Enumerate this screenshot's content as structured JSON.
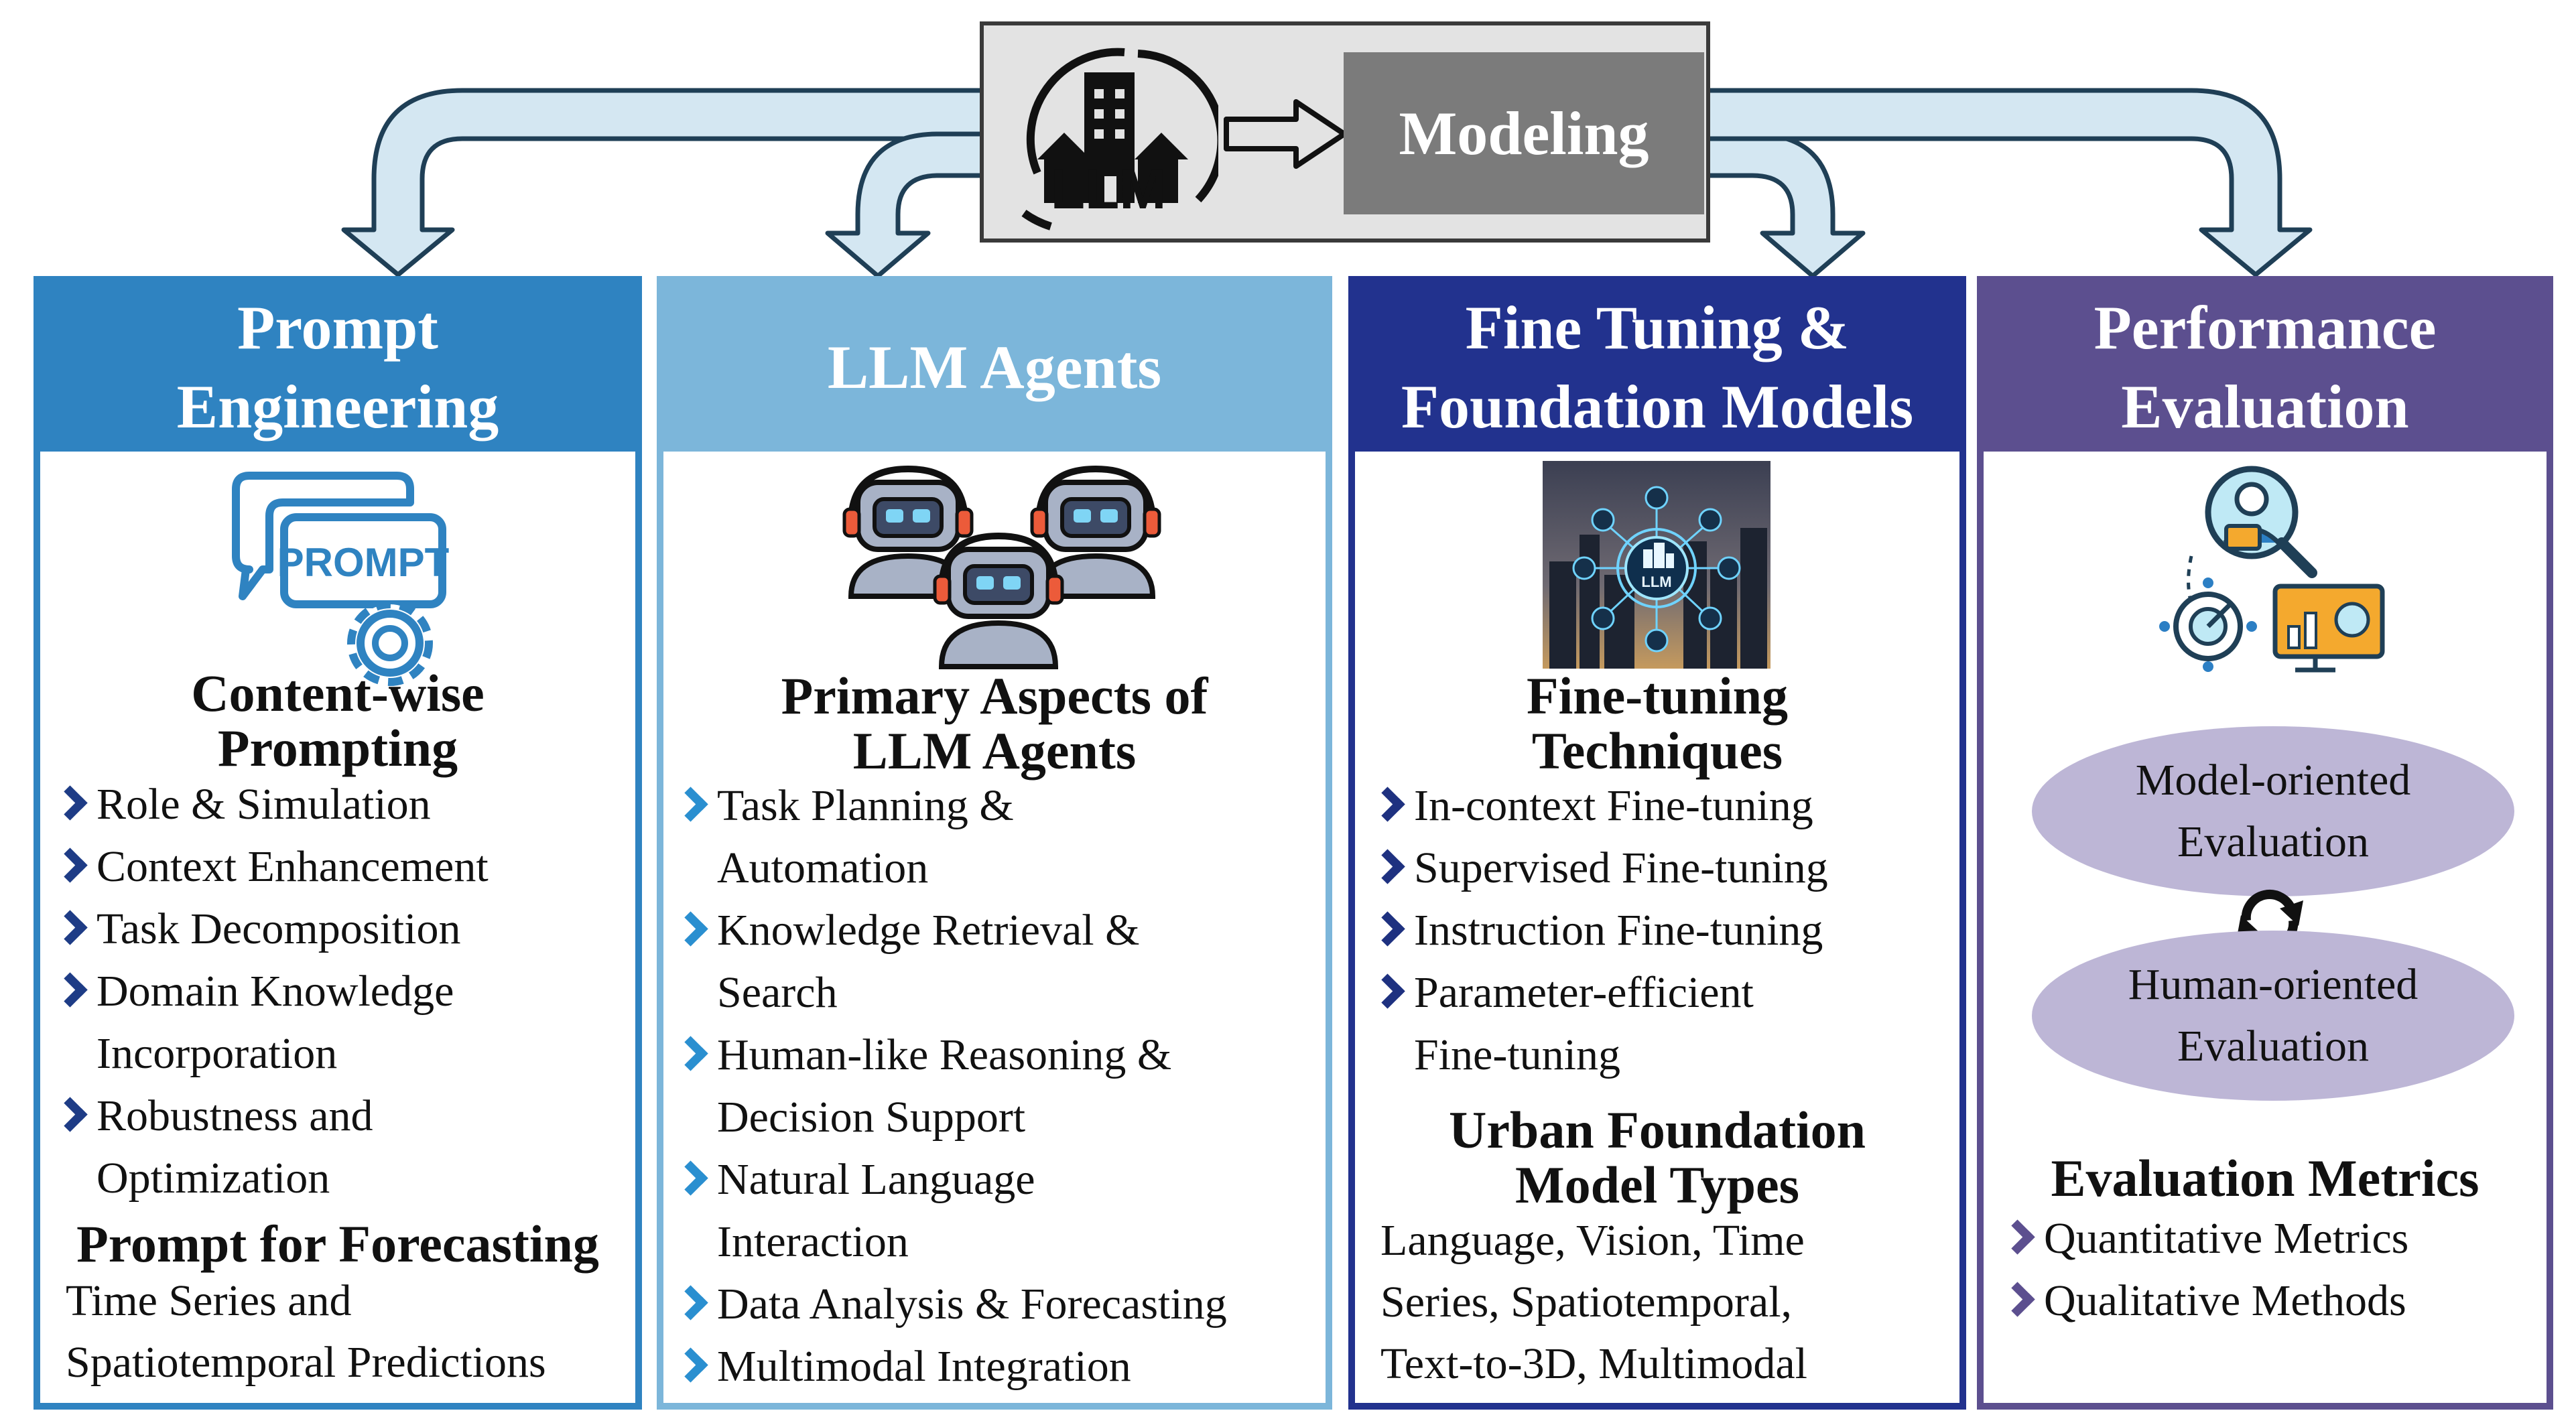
{
  "top": {
    "llm_label": "LLM",
    "modeling_label": "Modeling"
  },
  "col1": {
    "title_line1": "Prompt",
    "title_line2": "Engineering",
    "icon_text": "PROMPT",
    "section1_title_line1": "Content-wise",
    "section1_title_line2": "Prompting",
    "items": [
      {
        "lines": [
          "Role & Simulation"
        ]
      },
      {
        "lines": [
          "Context Enhancement"
        ]
      },
      {
        "lines": [
          "Task Decomposition"
        ]
      },
      {
        "lines": [
          "Domain Knowledge",
          "Incorporation"
        ]
      },
      {
        "lines": [
          "Robustness and",
          "Optimization"
        ]
      }
    ],
    "section2_title": "Prompt for Forecasting",
    "section2_text_line1": "Time Series and",
    "section2_text_line2": "Spatiotemporal Predictions"
  },
  "col2": {
    "title": "LLM Agents",
    "section_title_line1": "Primary Aspects of",
    "section_title_line2": "LLM Agents",
    "items": [
      {
        "lines": [
          "Task Planning &",
          "Automation"
        ]
      },
      {
        "lines": [
          "Knowledge Retrieval &",
          "Search"
        ]
      },
      {
        "lines": [
          "Human-like Reasoning &",
          "Decision Support"
        ]
      },
      {
        "lines": [
          "Natural Language",
          "Interaction"
        ]
      },
      {
        "lines": [
          "Data Analysis & Forecasting"
        ]
      },
      {
        "lines": [
          "Multimodal Integration"
        ]
      }
    ]
  },
  "col3": {
    "title_line1": "Fine Tuning &",
    "title_line2": "Foundation Models",
    "image_label": "LLM",
    "section1_title_line1": "Fine-tuning",
    "section1_title_line2": "Techniques",
    "items": [
      {
        "lines": [
          "In-context Fine-tuning"
        ]
      },
      {
        "lines": [
          "Supervised Fine-tuning"
        ]
      },
      {
        "lines": [
          "Instruction Fine-tuning"
        ]
      },
      {
        "lines": [
          "Parameter-efficient",
          "Fine-tuning"
        ]
      }
    ],
    "section2_title_line1": "Urban Foundation",
    "section2_title_line2": "Model Types",
    "section2_text_lines": [
      "Language, Vision, Time",
      "Series, Spatiotemporal,",
      "Text-to-3D, Multimodal"
    ]
  },
  "col4": {
    "title_line1": "Performance",
    "title_line2": "Evaluation",
    "ellipse1_line1": "Model-oriented",
    "ellipse1_line2": "Evaluation",
    "ellipse2_line1": "Human-oriented",
    "ellipse2_line2": "Evaluation",
    "section_title": "Evaluation Metrics",
    "items": [
      {
        "lines": [
          "Quantitative Metrics"
        ]
      },
      {
        "lines": [
          "Qualitative Methods"
        ]
      }
    ]
  },
  "colors": {
    "col1": "#2f83c1",
    "col2": "#7cb6da",
    "col3": "#22328e",
    "col4": "#5c4f8f",
    "arrow_fill": "#d4e7f2",
    "arrow_stroke": "#1f3f56",
    "modeling_bg": "#7b7b7b",
    "ellipse": "#bdb6d6"
  },
  "icons": [
    "building-icon",
    "hollow-right-arrow-icon",
    "prompt-speech-bubble-icon",
    "gear-icon",
    "robot-headset-icon",
    "llm-city-network-image",
    "analyst-magnifier-icon",
    "target-icon",
    "bar-chart-icon",
    "cycle-arrows-icon",
    "chevron-right-icon"
  ]
}
